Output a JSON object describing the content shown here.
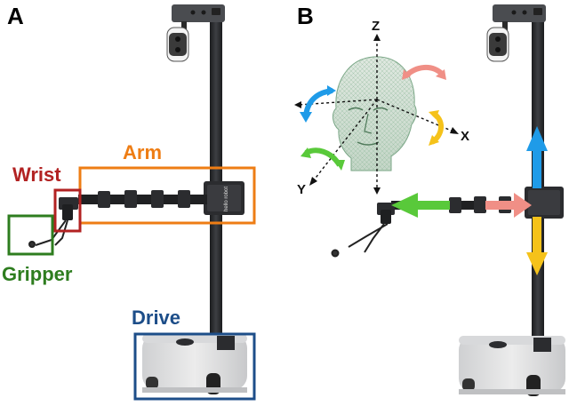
{
  "panels": {
    "a": {
      "letter": "A"
    },
    "b": {
      "letter": "B"
    }
  },
  "components": {
    "wrist": {
      "label": "Wrist",
      "color": "#b22222"
    },
    "arm": {
      "label": "Arm",
      "color": "#ee7d14"
    },
    "gripper": {
      "label": "Gripper",
      "color": "#2e7d1f"
    },
    "drive": {
      "label": "Drive",
      "color": "#1d4e89"
    }
  },
  "axes": {
    "z": "Z",
    "x": "X",
    "y": "Y"
  },
  "robot": {
    "arm_text": "hello robot"
  },
  "motion_colors": {
    "blue": "#1f9be8",
    "pink": "#f08f86",
    "yellow": "#f5c21a",
    "green": "#59c93a"
  }
}
